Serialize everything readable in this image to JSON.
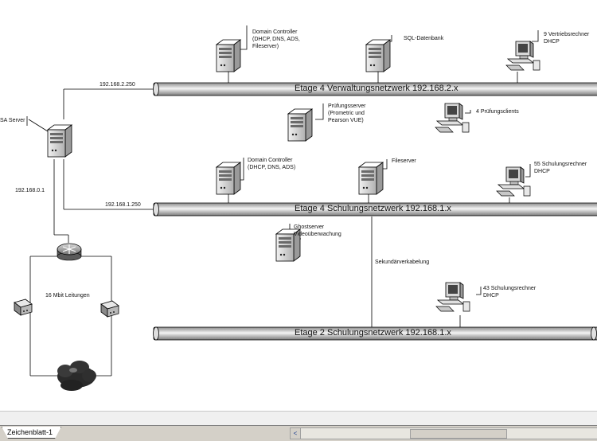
{
  "networks": {
    "verwaltung": "Etage 4 Verwaltungsnetzwerk 192.168.2.x",
    "schulung4": "Etage 4 Schulungsnetzwerk 192.168.1.x",
    "schulung2": "Etage 2 Schulungsnetzwerk 192.168.1.x"
  },
  "labels": {
    "dc1": "Domain Controller\n(DHCP, DNS, ADS,\nFileserver)",
    "sql": "SQL-Datenbank",
    "vertrieb": "9 Vertriebsrechner\nDHCP",
    "pruefserver": "Prüfungsserver\n(Prometric und\nPearson VUE)",
    "pruefclients": "4 Prüfungsclients",
    "isa": "SA Server",
    "ip_2_250": "192.168.2.250",
    "ip_0_1": "192.168.0.1",
    "ip_1_250": "192.168.1.250",
    "dc2": "Domain Controller\n(DHCP, DNS, ADS)",
    "fileserver": "Fileserver",
    "schul55": "55 Schulungsrechner\nDHCP",
    "ghost": "Ghostserver\nVideoüberwachung",
    "sekundaer": "Sekundärverkabelung",
    "mbit": "16 Mbit Leitungen",
    "schul43": "43 Schulungsrechner\nDHCP"
  },
  "icons": {
    "server": "server-tower-icon",
    "workstation": "workstation-icon",
    "router": "router-icon",
    "modem": "modem-icon",
    "cloud": "internet-cloud-icon"
  },
  "colors": {
    "pipe_light": "#f2f2f2",
    "pipe_dark": "#8a8a8a",
    "cloud": "#2a2a2a",
    "line": "#000000"
  },
  "statusbar": {
    "tab_label": "Zeichenblatt-1",
    "scroll_left": "<"
  }
}
